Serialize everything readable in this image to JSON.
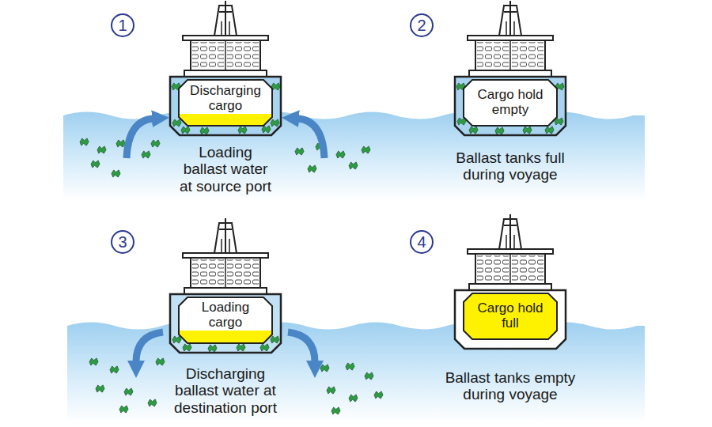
{
  "diagram": {
    "nodes": [
      {
        "text": [
          "1"
        ]
      },
      {
        "text": [
          "Discharging cargo"
        ]
      },
      {
        "text": [
          "2"
        ]
      },
      {
        "text": [
          "Cargo hold empty"
        ]
      },
      {
        "text": [
          "3"
        ]
      },
      {
        "text": [
          "Loading cargo"
        ]
      },
      {
        "text": [
          "4"
        ]
      },
      {
        "text": [
          "Cargo hold full"
        ]
      }
    ],
    "labels": [
      "Loading ballast water at source port",
      "Ballast tanks full during voyage",
      "Discharging ballast water at destination port",
      "Ballast tanks empty during voyage"
    ]
  }
}
